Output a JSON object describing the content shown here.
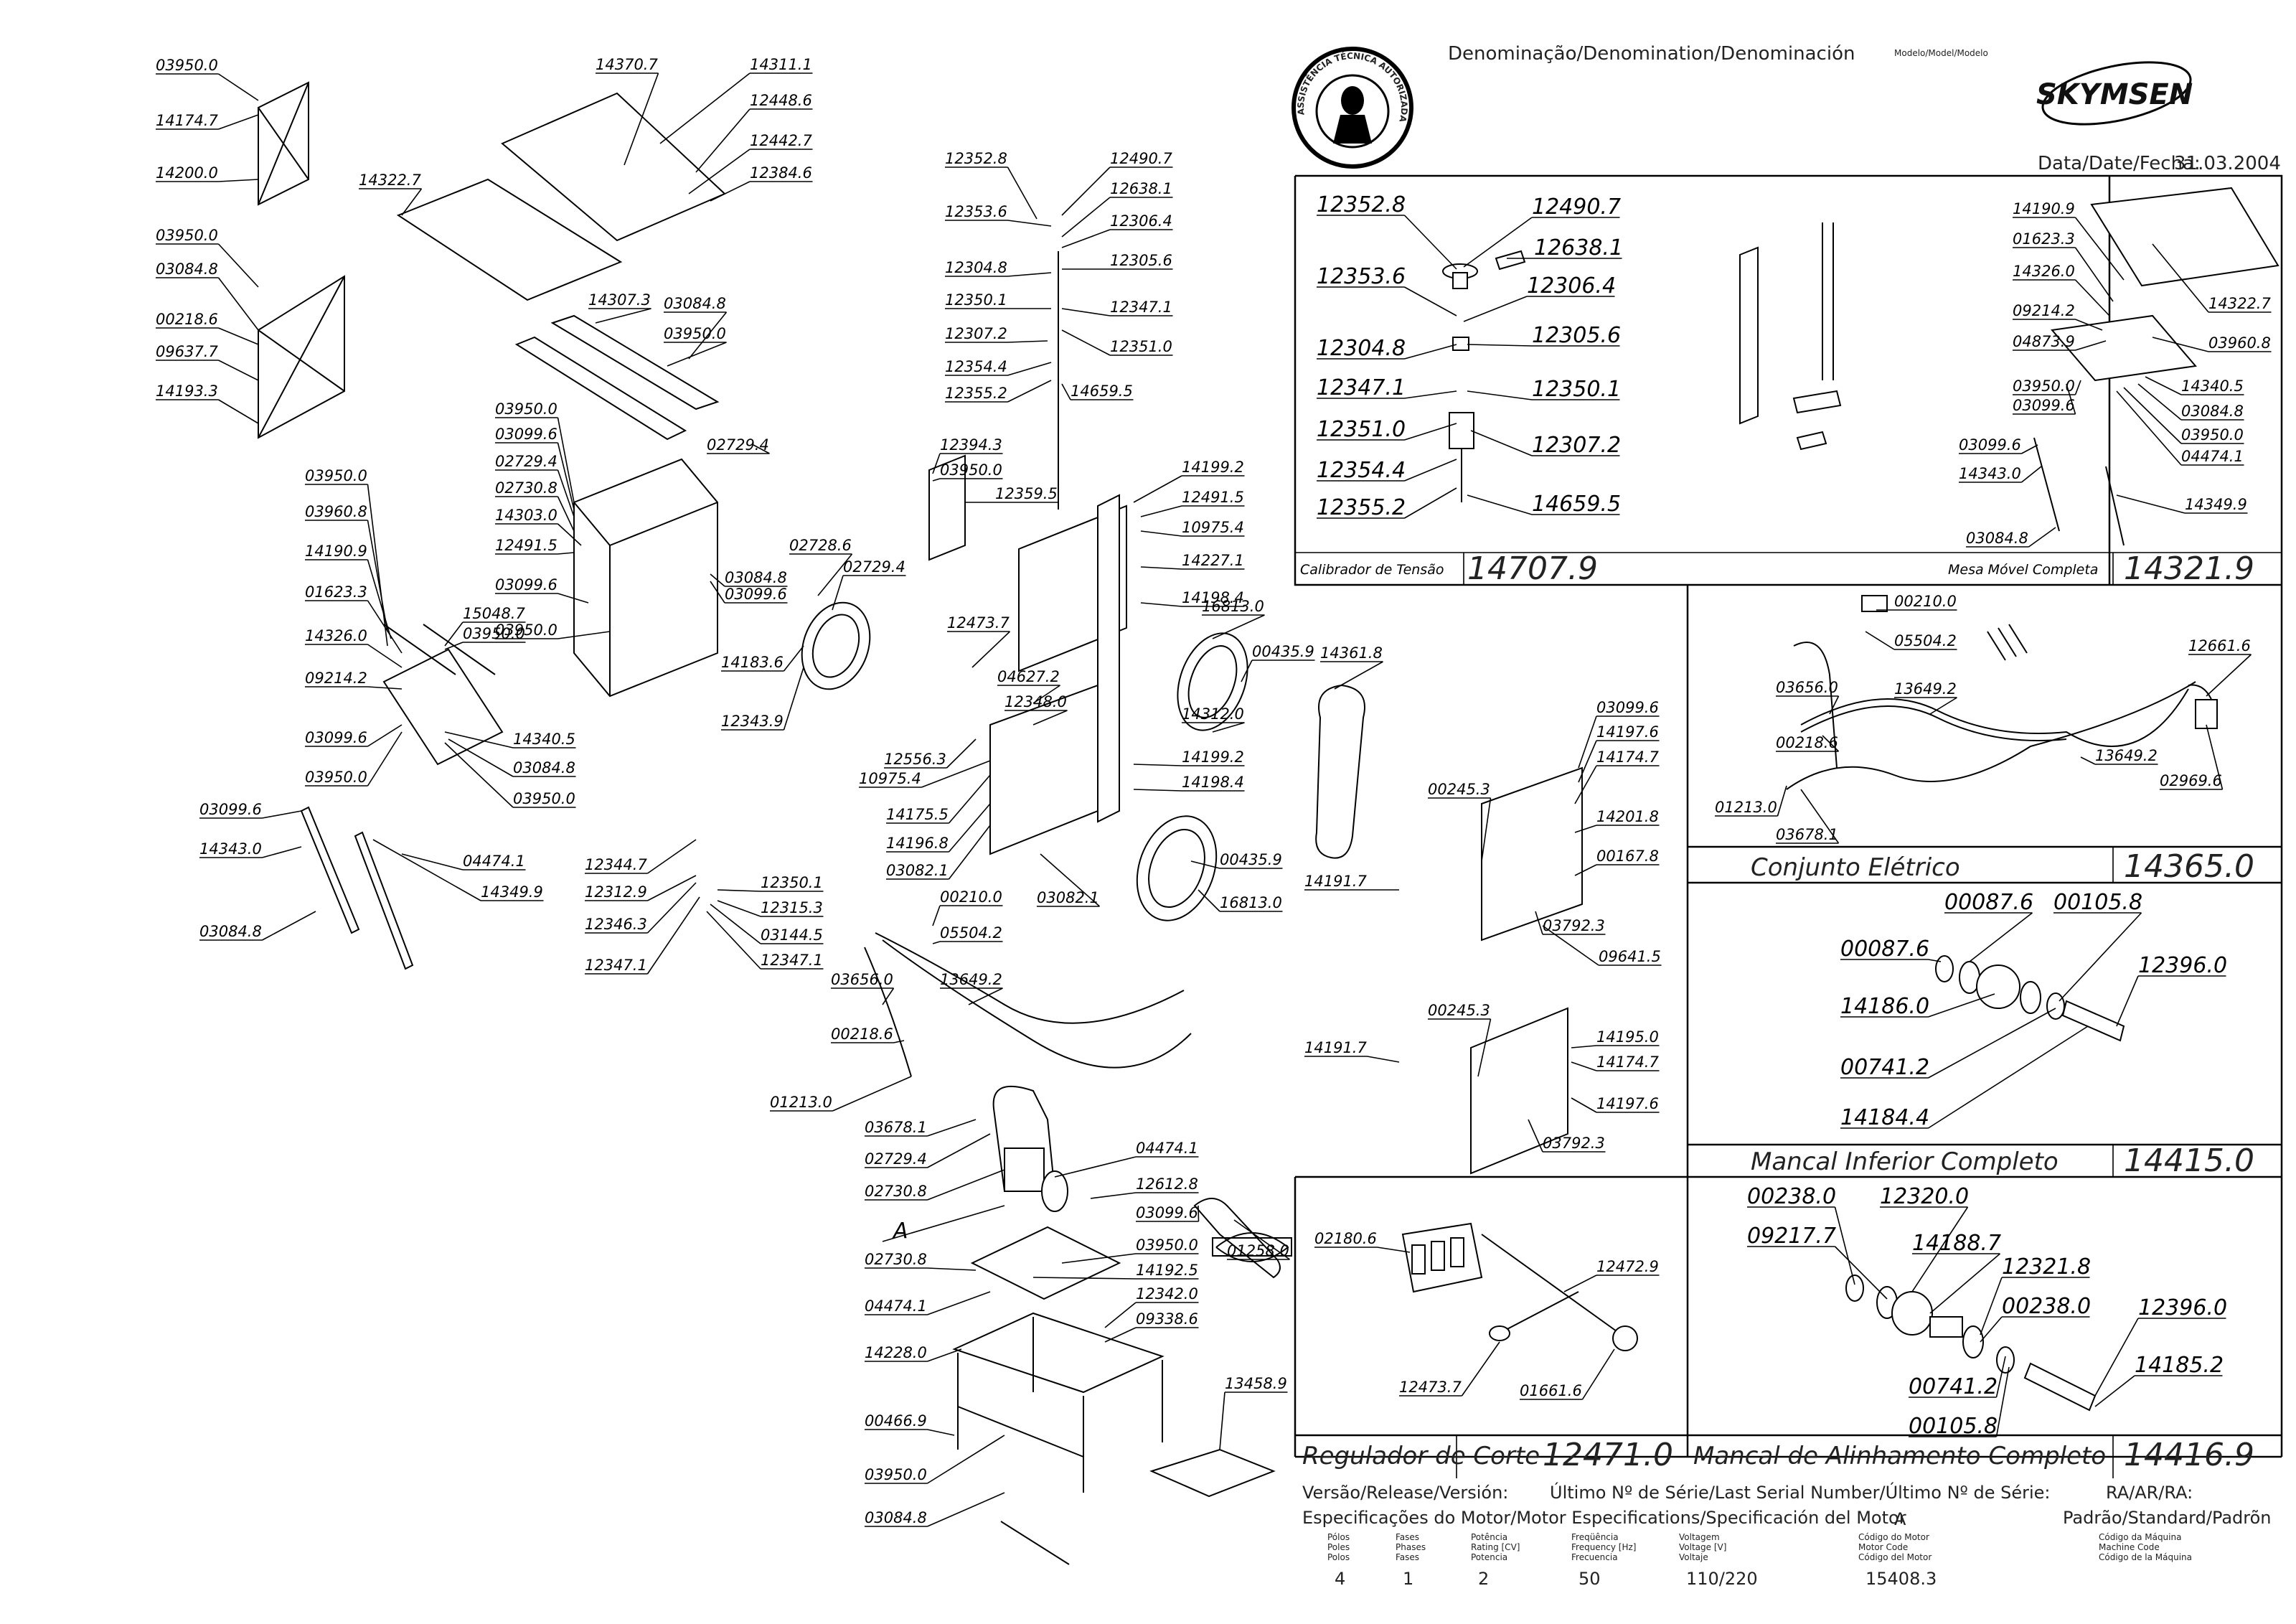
{
  "header": {
    "denomination": "Denominação/Denomination/Denominación",
    "model_label": "Modelo/Model/Modelo",
    "brand": "SKYMSEN",
    "seal_text": "ASSISTÊNCIA TÉCNICA AUTORIZADA",
    "date_label": "Data/Date/Fecha:",
    "date_value": "31.03.2004"
  },
  "assemblies": [
    {
      "caption": "Calibrador de Tensão",
      "code": "14707.9",
      "parts": [
        "12352.8",
        "12490.7",
        "12638.1",
        "12353.6",
        "12306.4",
        "12304.8",
        "12305.6",
        "12347.1",
        "12350.1",
        "12351.0",
        "12307.2",
        "12354.4",
        "14659.5",
        "12355.2"
      ]
    },
    {
      "caption": "Mesa Móvel Completa",
      "code": "14321.9",
      "parts": [
        "14190.9",
        "01623.3",
        "14326.0",
        "09214.2",
        "04873.9",
        "03950.0",
        "03099.6",
        "14340.5",
        "03084.8",
        "03950.0",
        "04474.1",
        "14322.7",
        "03960.8",
        "03099.6",
        "14343.0",
        "14349.9",
        "03084.8"
      ]
    },
    {
      "caption": "Conjunto Elétrico",
      "code": "14365.0",
      "parts": [
        "00210.0",
        "05504.2",
        "03656.0",
        "13649.2",
        "12661.6",
        "00218.6",
        "13649.2",
        "01213.0",
        "03678.1",
        "02969.6"
      ]
    },
    {
      "caption": "Mancal Inferior Completo",
      "code": "14415.0",
      "parts": [
        "00087.6",
        "00105.8",
        "00087.6",
        "12396.0",
        "14186.0",
        "00741.2",
        "14184.4"
      ]
    },
    {
      "caption": "Regulador de Corte",
      "code": "12471.0",
      "parts": [
        "02180.6",
        "12472.9",
        "12473.7",
        "01661.6"
      ]
    },
    {
      "caption": "Mancal de Alinhamento Completo",
      "code": "14416.9",
      "parts": [
        "00238.0",
        "12320.0",
        "09217.7",
        "14188.7",
        "12321.8",
        "00238.0",
        "12396.0",
        "00741.2",
        "14185.2",
        "00105.8"
      ]
    }
  ],
  "main_diagram_parts": [
    "03950.0",
    "14174.7",
    "14200.0",
    "03950.0",
    "03084.8",
    "00218.6",
    "09637.7",
    "14193.3",
    "14370.7",
    "14311.1",
    "12448.6",
    "12442.7",
    "12384.6",
    "14322.7",
    "14307.3",
    "03084.8",
    "03950.0",
    "03950.0",
    "03099.6",
    "02729.4",
    "02730.8",
    "14303.0",
    "12491.5",
    "03099.6",
    "03950.0",
    "03084.8",
    "03099.6",
    "03950.0",
    "03960.8",
    "14190.9",
    "01623.3",
    "14326.0",
    "09214.2",
    "15048.7",
    "03950.0",
    "03099.6",
    "03950.0",
    "14340.5",
    "03084.8",
    "03950.0",
    "03099.6",
    "14343.0",
    "03084.8",
    "04474.1",
    "14349.9",
    "12344.7",
    "12312.9",
    "12346.3",
    "12347.1",
    "12350.1",
    "12315.3",
    "03144.5",
    "12347.1",
    "12352.8",
    "12490.7",
    "12638.1",
    "12353.6",
    "12306.4",
    "12304.8",
    "12305.6",
    "12347.1",
    "12350.1",
    "12351.0",
    "12307.2",
    "12354.4",
    "12355.2",
    "14659.5",
    "02729.4",
    "12394.3",
    "03950.0",
    "12359.5",
    "14199.2",
    "12491.5",
    "10975.4",
    "14227.1",
    "14198.4",
    "16813.0",
    "00435.9",
    "12473.7",
    "02728.6",
    "02729.4",
    "14183.6",
    "12343.9",
    "04627.2",
    "12348.0",
    "12556.3",
    "14312.0",
    "14199.2",
    "14198.4",
    "10975.4",
    "14175.5",
    "14196.8",
    "03082.1",
    "03082.1",
    "00435.9",
    "16813.0",
    "14361.8",
    "14191.7",
    "00245.3",
    "03099.6",
    "14197.6",
    "14174.7",
    "14201.8",
    "00167.8",
    "03792.3",
    "09641.5",
    "14191.7",
    "00245.3",
    "14195.0",
    "14174.7",
    "14197.6",
    "03792.3",
    "00210.0",
    "05504.2",
    "03656.0",
    "13649.2",
    "00218.6",
    "01213.0",
    "03678.1",
    "02729.4",
    "02730.8",
    "04474.1",
    "12612.8",
    "03099.6",
    "03950.0",
    "02730.8",
    "14192.5",
    "04474.1",
    "12342.0",
    "09338.6",
    "14228.0",
    "00466.9",
    "03950.0",
    "03084.8",
    "01258.0",
    "13458.9"
  ],
  "motor_marker": "A",
  "footer": {
    "version_label": "Versão/Release/Versión:",
    "last_serial_label": "Último Nº de Série/Last Serial Number/Último Nº de Série:",
    "ra_label": "RA/AR/RA:",
    "motor_spec_label": "Especificações do Motor/Motor Especifications/Specificación del Motor",
    "motor_ref": "A",
    "standard_label": "Padrão/Standard/Padrõn",
    "columns": [
      {
        "header": [
          "Pólos",
          "Poles",
          "Polos"
        ],
        "value": "4"
      },
      {
        "header": [
          "Fases",
          "Phases",
          "Fases"
        ],
        "value": "1"
      },
      {
        "header": [
          "Potência",
          "Rating [CV]",
          "Potencia"
        ],
        "value": "2"
      },
      {
        "header": [
          "Freqüência",
          "Frequency [Hz]",
          "Frecuencia"
        ],
        "value": "50"
      },
      {
        "header": [
          "Voltagem",
          "Voltage [V]",
          "Voltaje"
        ],
        "value": "110/220"
      },
      {
        "header": [
          "Código do Motor",
          "Motor Code",
          "Código del Motor"
        ],
        "value": "15408.3"
      },
      {
        "header": [
          "Código da Máquina",
          "Machine Code",
          "Código de la Máquina"
        ],
        "value": ""
      }
    ]
  }
}
